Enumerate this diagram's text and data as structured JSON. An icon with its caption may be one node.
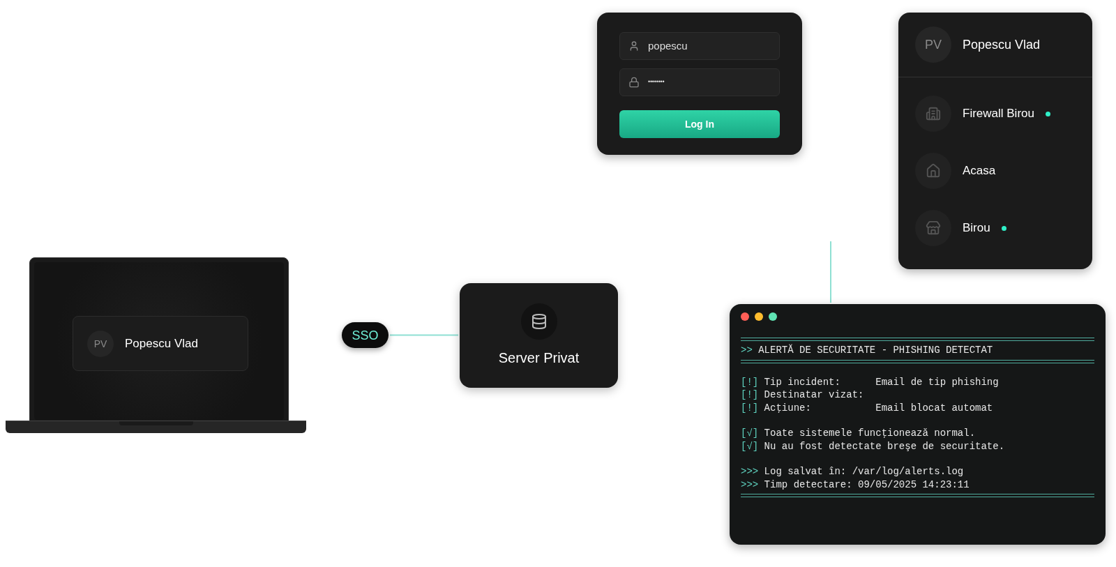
{
  "diagram": {
    "nodes": [
      {
        "text": [],
        "shape": "picture"
      },
      {
        "text": [
          "PV",
          "Popescu Vlad"
        ],
        "in": 0
      },
      {
        "text": [
          "SSO"
        ]
      },
      {
        "text": [
          "Server Privat"
        ]
      },
      {
        "text": [
          "popescu",
          "••••••••",
          "Log In"
        ]
      },
      {
        "text": [],
        "shape": "box"
      },
      {
        "text": [
          "PV",
          "Popescu Vlad"
        ],
        "in": 5
      },
      {
        "text": [
          "Firewall Birou"
        ],
        "in": 5
      },
      {
        "text": [
          "Acasa"
        ],
        "in": 5
      },
      {
        "text": [
          "Birou"
        ],
        "in": 5
      },
      {
        "text": [
          ">> ALERTĂ DE SECURITATE - PHISHING DETECTAT",
          "[!] Tip incident:      Email de tip phishing",
          "[!] Destinatar vizat:",
          "[!] Acţiune:           Email blocat automat",
          "[√] Toate sistemele funcţionează normal.",
          "[√] Nu au fost detectate breşe de securitate.",
          ">>> Log salvat în: /var/log/alerts.log",
          ">>> Timp detectare: 09/05/2025 14:23:11"
        ]
      }
    ],
    "edges": [
      {
        "from": 2,
        "to": 3,
        "arrow": "none"
      },
      {
        "from": null,
        "to": 10,
        "arrow": "none"
      }
    ]
  }
}
